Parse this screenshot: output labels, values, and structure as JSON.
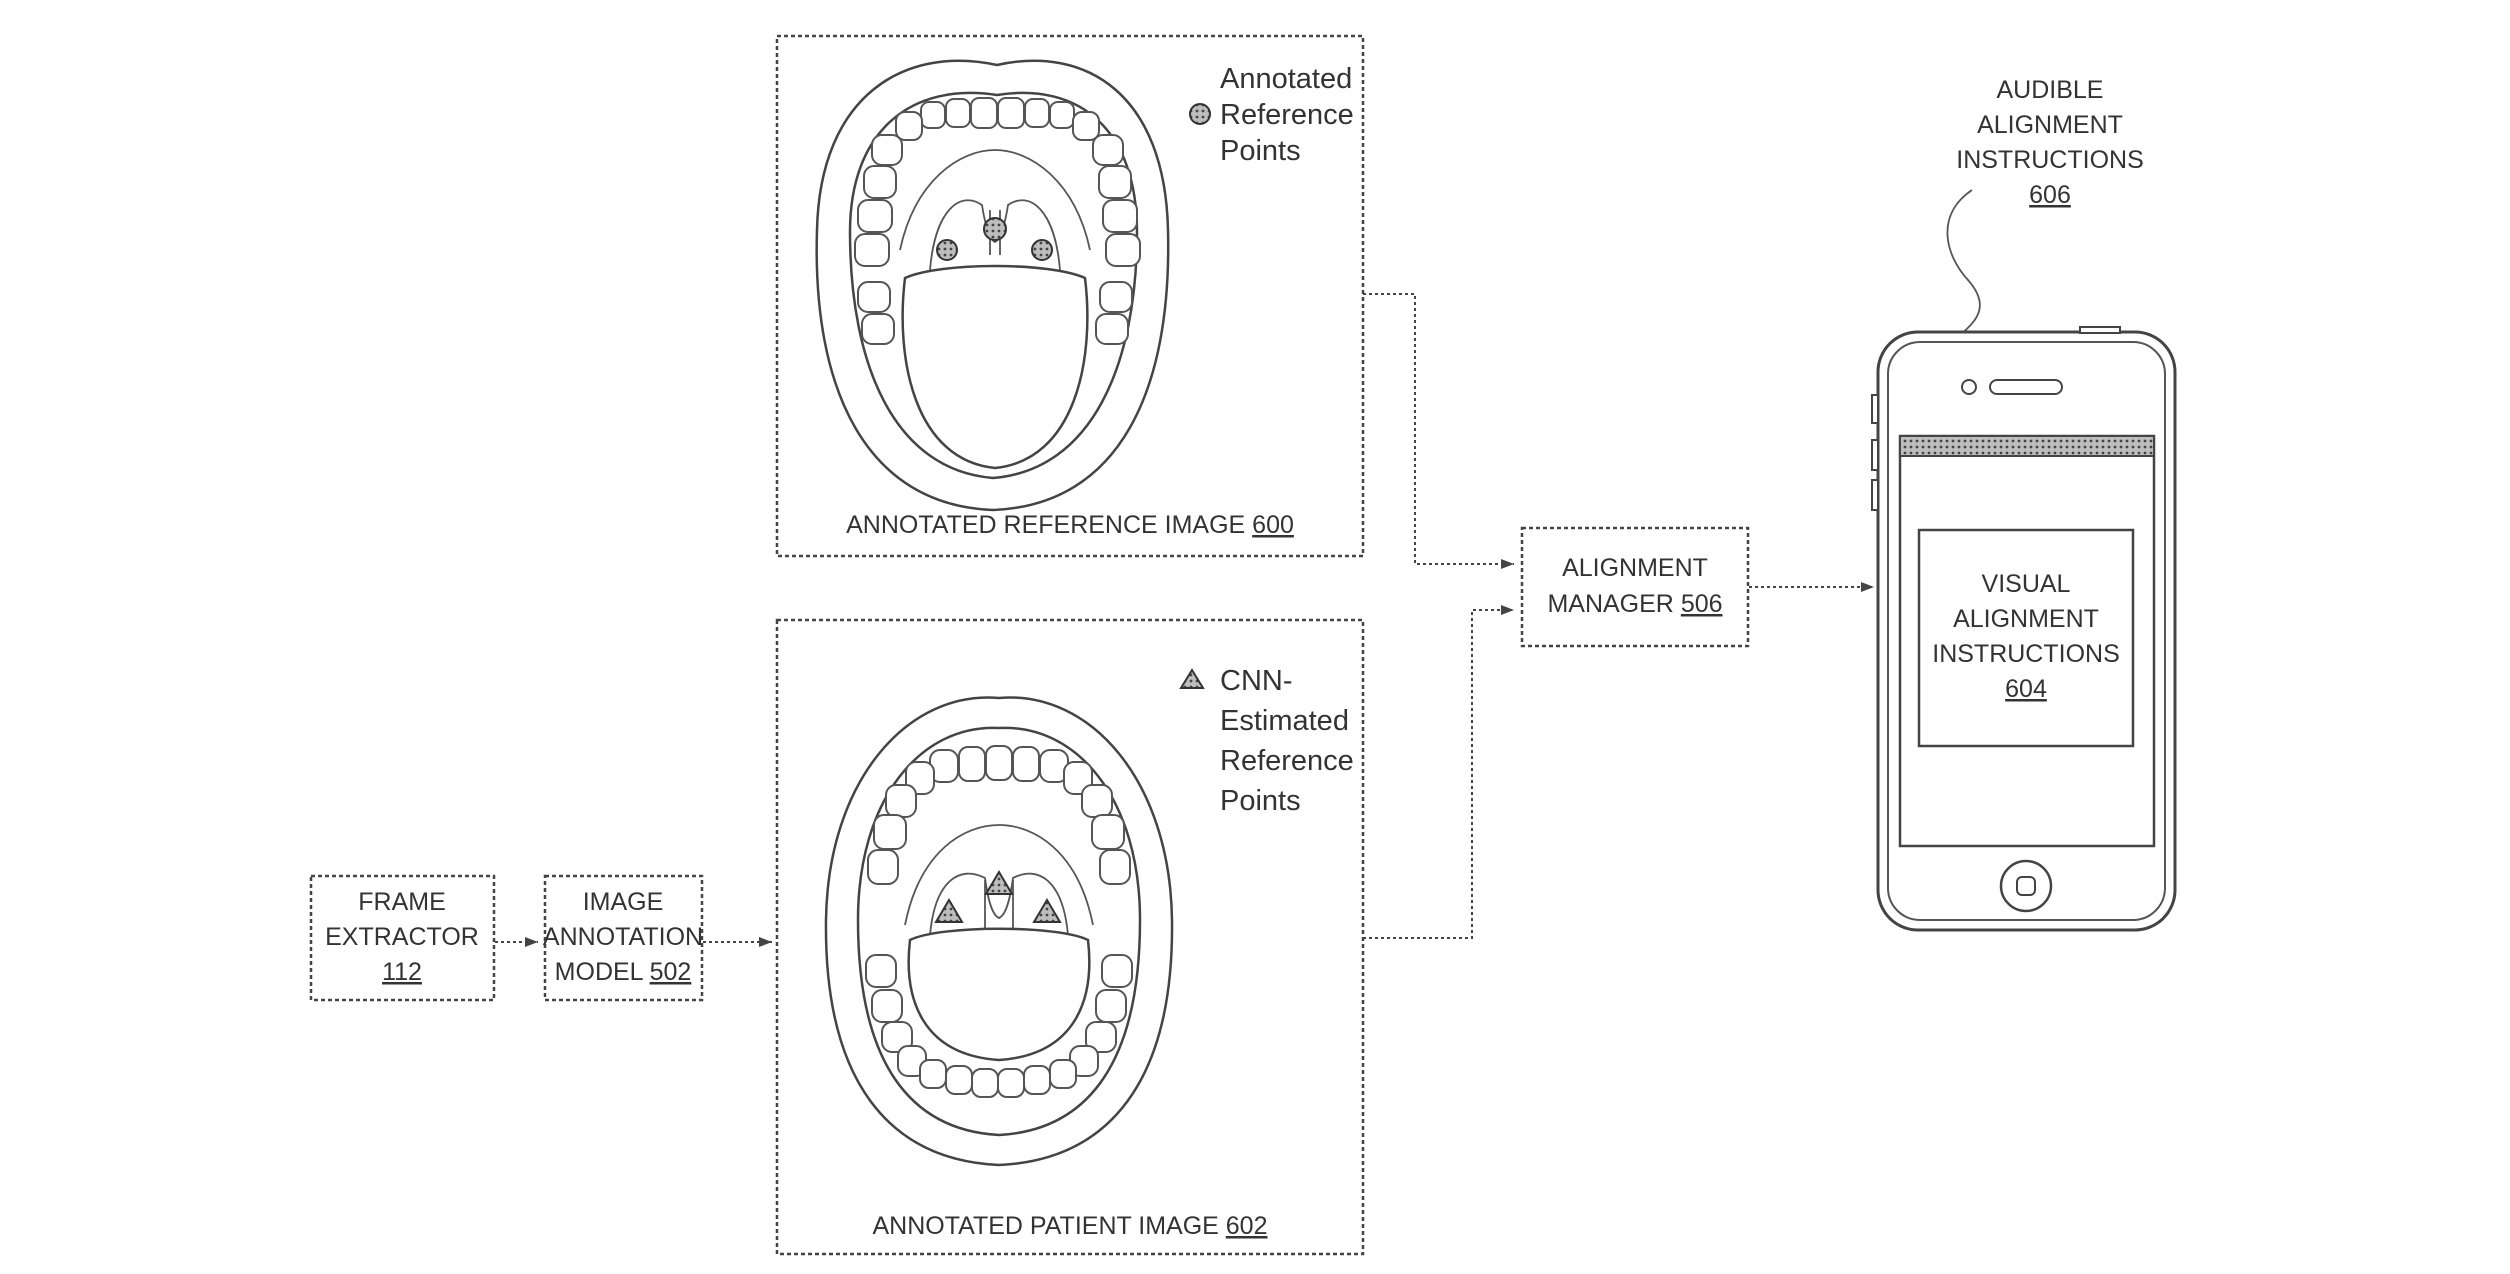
{
  "nodes": {
    "frame_extractor": {
      "line1": "FRAME",
      "line2": "EXTRACTOR",
      "ref": "112"
    },
    "image_annotation_model": {
      "line1": "IMAGE",
      "line2": "ANNOTATION",
      "line3": "MODEL",
      "ref": "502"
    },
    "annotated_reference_image": {
      "label": "ANNOTATED REFERENCE IMAGE",
      "ref": "600"
    },
    "annotated_patient_image": {
      "label": "ANNOTATED PATIENT IMAGE",
      "ref": "602"
    },
    "alignment_manager": {
      "line1": "ALIGNMENT",
      "line2": "MANAGER",
      "ref": "506"
    },
    "visual_alignment_instructions": {
      "line1": "VISUAL",
      "line2": "ALIGNMENT",
      "line3": "INSTRUCTIONS",
      "ref": "604"
    },
    "audible_alignment_instructions": {
      "line1": "AUDIBLE",
      "line2": "ALIGNMENT",
      "line3": "INSTRUCTIONS",
      "ref": "606"
    }
  },
  "legends": {
    "reference": {
      "line1": "Annotated",
      "line2": "Reference",
      "line3": "Points",
      "marker": "dot"
    },
    "patient": {
      "line1": "CNN-",
      "line2": "Estimated",
      "line3": "Reference",
      "line4": "Points",
      "marker": "triangle"
    }
  },
  "edges": [
    {
      "from": "frame_extractor",
      "to": "image_annotation_model"
    },
    {
      "from": "image_annotation_model",
      "to": "annotated_patient_image"
    },
    {
      "from": "annotated_reference_image",
      "to": "alignment_manager"
    },
    {
      "from": "annotated_patient_image",
      "to": "alignment_manager"
    },
    {
      "from": "alignment_manager",
      "to": "visual_alignment_instructions"
    }
  ]
}
